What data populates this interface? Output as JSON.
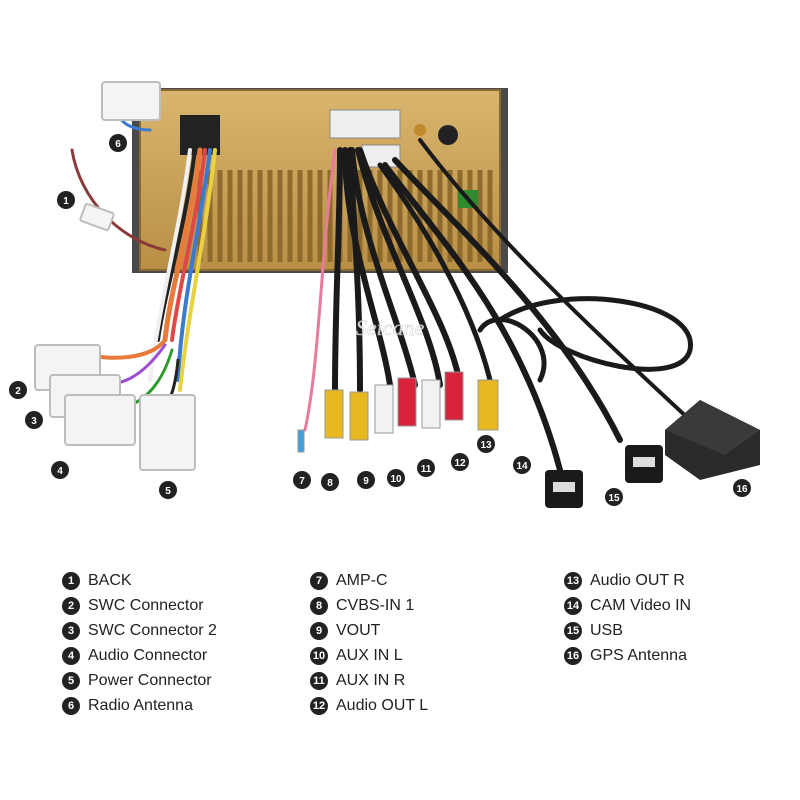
{
  "watermark": "Seicane",
  "legend_columns": [
    [
      {
        "num": "1",
        "label": "BACK"
      },
      {
        "num": "2",
        "label": "SWC Connector"
      },
      {
        "num": "3",
        "label": "SWC Connector 2"
      },
      {
        "num": "4",
        "label": "Audio Connector"
      },
      {
        "num": "5",
        "label": "Power Connector"
      },
      {
        "num": "6",
        "label": "Radio Antenna"
      }
    ],
    [
      {
        "num": "7",
        "label": "AMP-C"
      },
      {
        "num": "8",
        "label": "CVBS-IN 1"
      },
      {
        "num": "9",
        "label": "VOUT"
      },
      {
        "num": "10",
        "label": "AUX IN L"
      },
      {
        "num": "11",
        "label": "AUX IN R"
      },
      {
        "num": "12",
        "label": "Audio OUT L"
      }
    ],
    [
      {
        "num": "13",
        "label": "Audio OUT R"
      },
      {
        "num": "14",
        "label": "CAM Video IN"
      },
      {
        "num": "15",
        "label": "USB"
      },
      {
        "num": "16",
        "label": "GPS Antenna"
      }
    ]
  ],
  "callouts": [
    "1",
    "2",
    "3",
    "4",
    "5",
    "6",
    "7",
    "8",
    "9",
    "10",
    "11",
    "12",
    "13",
    "14",
    "15",
    "16"
  ],
  "colors": {
    "badge": "#222222",
    "unit_body": "#c9a25a",
    "rca_yellow": "#e8b820",
    "rca_red": "#d8233a",
    "rca_white": "#f2f2f2",
    "cable_black": "#1a1a1a"
  },
  "icons": [
    "head-unit-rear",
    "wiring-harness",
    "rca-plug",
    "usb-connector",
    "gps-antenna"
  ]
}
